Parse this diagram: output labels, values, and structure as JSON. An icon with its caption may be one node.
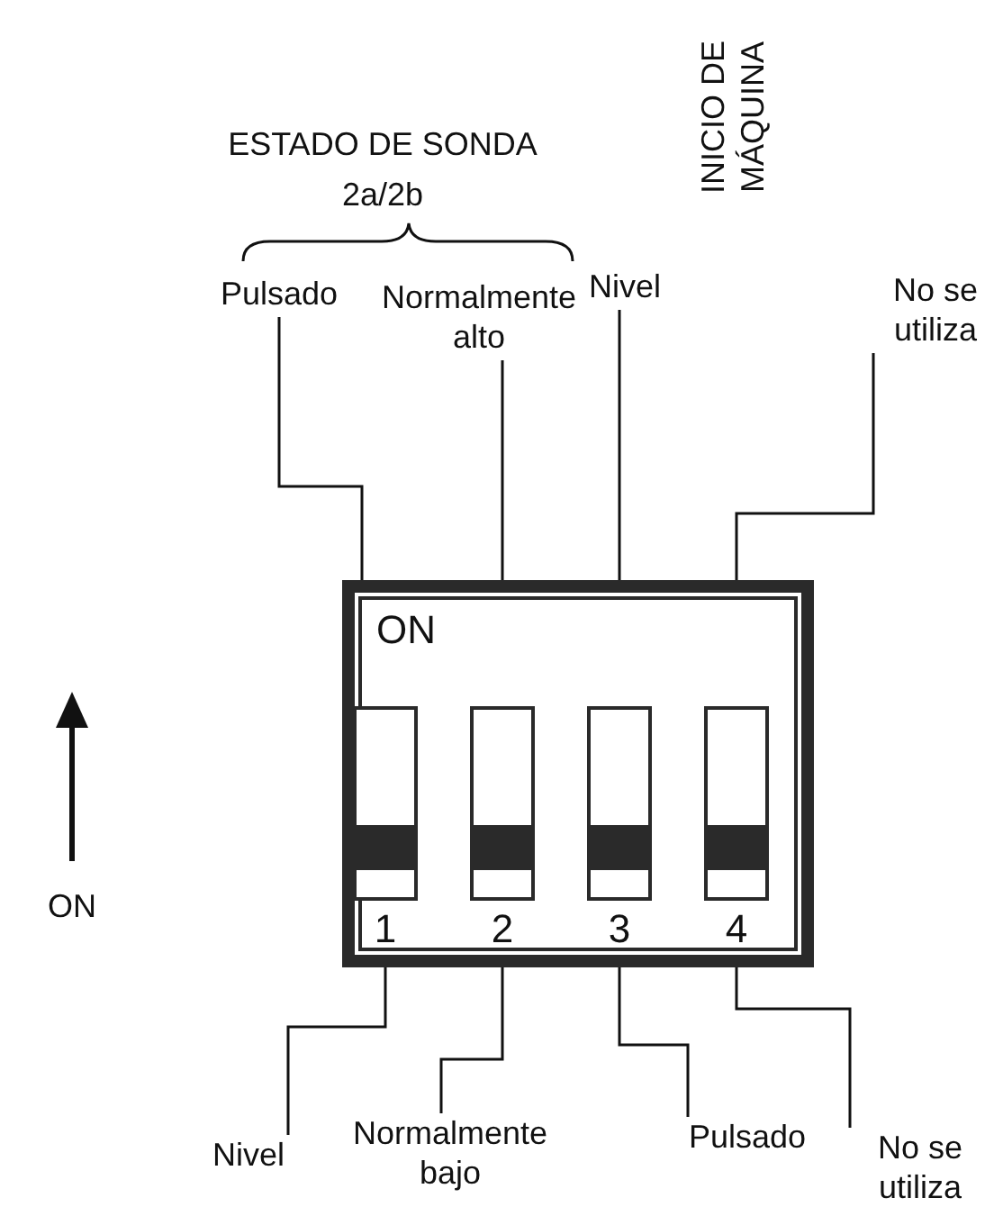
{
  "diagram": {
    "nodes": [
      {
        "text": [
          "ON"
        ]
      },
      {
        "text": [
          "1"
        ],
        "in": 0
      },
      {
        "text": [
          "2"
        ],
        "in": 0
      },
      {
        "text": [
          "3"
        ],
        "in": 0
      },
      {
        "text": [
          "4"
        ],
        "in": 0
      },
      {
        "text": [
          "Pulsado"
        ]
      },
      {
        "text": [
          "Normalmente alto"
        ]
      },
      {
        "text": [
          "Nivel"
        ]
      },
      {
        "text": [
          "No se utiliza"
        ]
      },
      {
        "text": [
          "Nivel"
        ]
      },
      {
        "text": [
          "Normalmente bajo"
        ]
      },
      {
        "text": [
          "Pulsado"
        ]
      },
      {
        "text": [
          "No se utiliza"
        ]
      }
    ],
    "edges": [
      {
        "from": 5,
        "to": 1,
        "arrow": "none"
      },
      {
        "from": 6,
        "to": 2,
        "arrow": "none"
      },
      {
        "from": 7,
        "to": 3,
        "arrow": "none"
      },
      {
        "from": 8,
        "to": 4,
        "arrow": "none"
      },
      {
        "from": 9,
        "to": 1,
        "arrow": "none"
      },
      {
        "from": 10,
        "to": 2,
        "arrow": "none"
      },
      {
        "from": 11,
        "to": 3,
        "arrow": "none"
      },
      {
        "from": 12,
        "to": 4,
        "arrow": "none"
      }
    ],
    "labels": [
      "ESTADO DE SONDA 2a/2b",
      "INICIO DE MÁQUINA",
      "ON"
    ]
  }
}
